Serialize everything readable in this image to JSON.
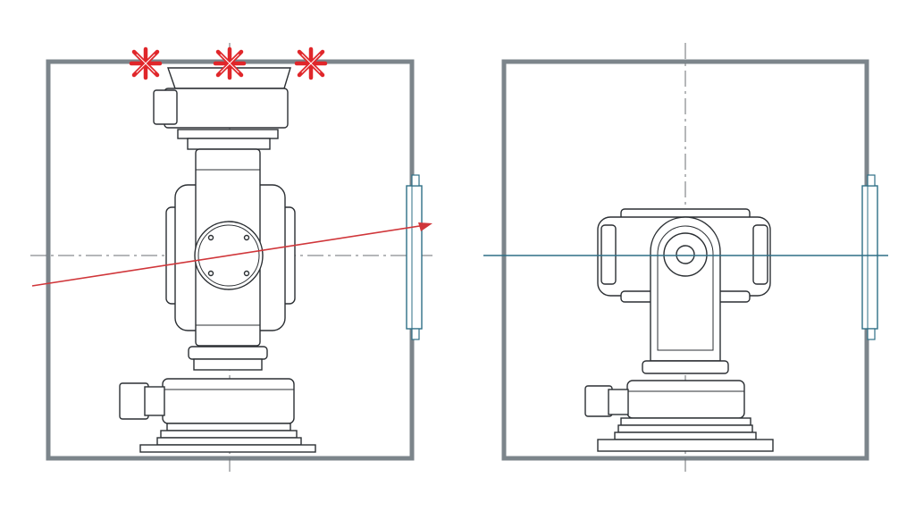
{
  "colors": {
    "enclosure": "#7c858b",
    "enclosure_inner": "#b9c0c4",
    "line": "#2b2f33",
    "centerline": "#6b6f73",
    "misaligned_beam": "#d0363a",
    "aligned_beam": "#2e6f86",
    "window": "#2e6f86",
    "collision_mark": "#e0262a"
  },
  "views": [
    {
      "id": "left",
      "state": "misaligned",
      "collision_marks": 3,
      "marker_icon": "collision-x-icon"
    },
    {
      "id": "right",
      "state": "aligned",
      "collision_marks": 0
    }
  ]
}
